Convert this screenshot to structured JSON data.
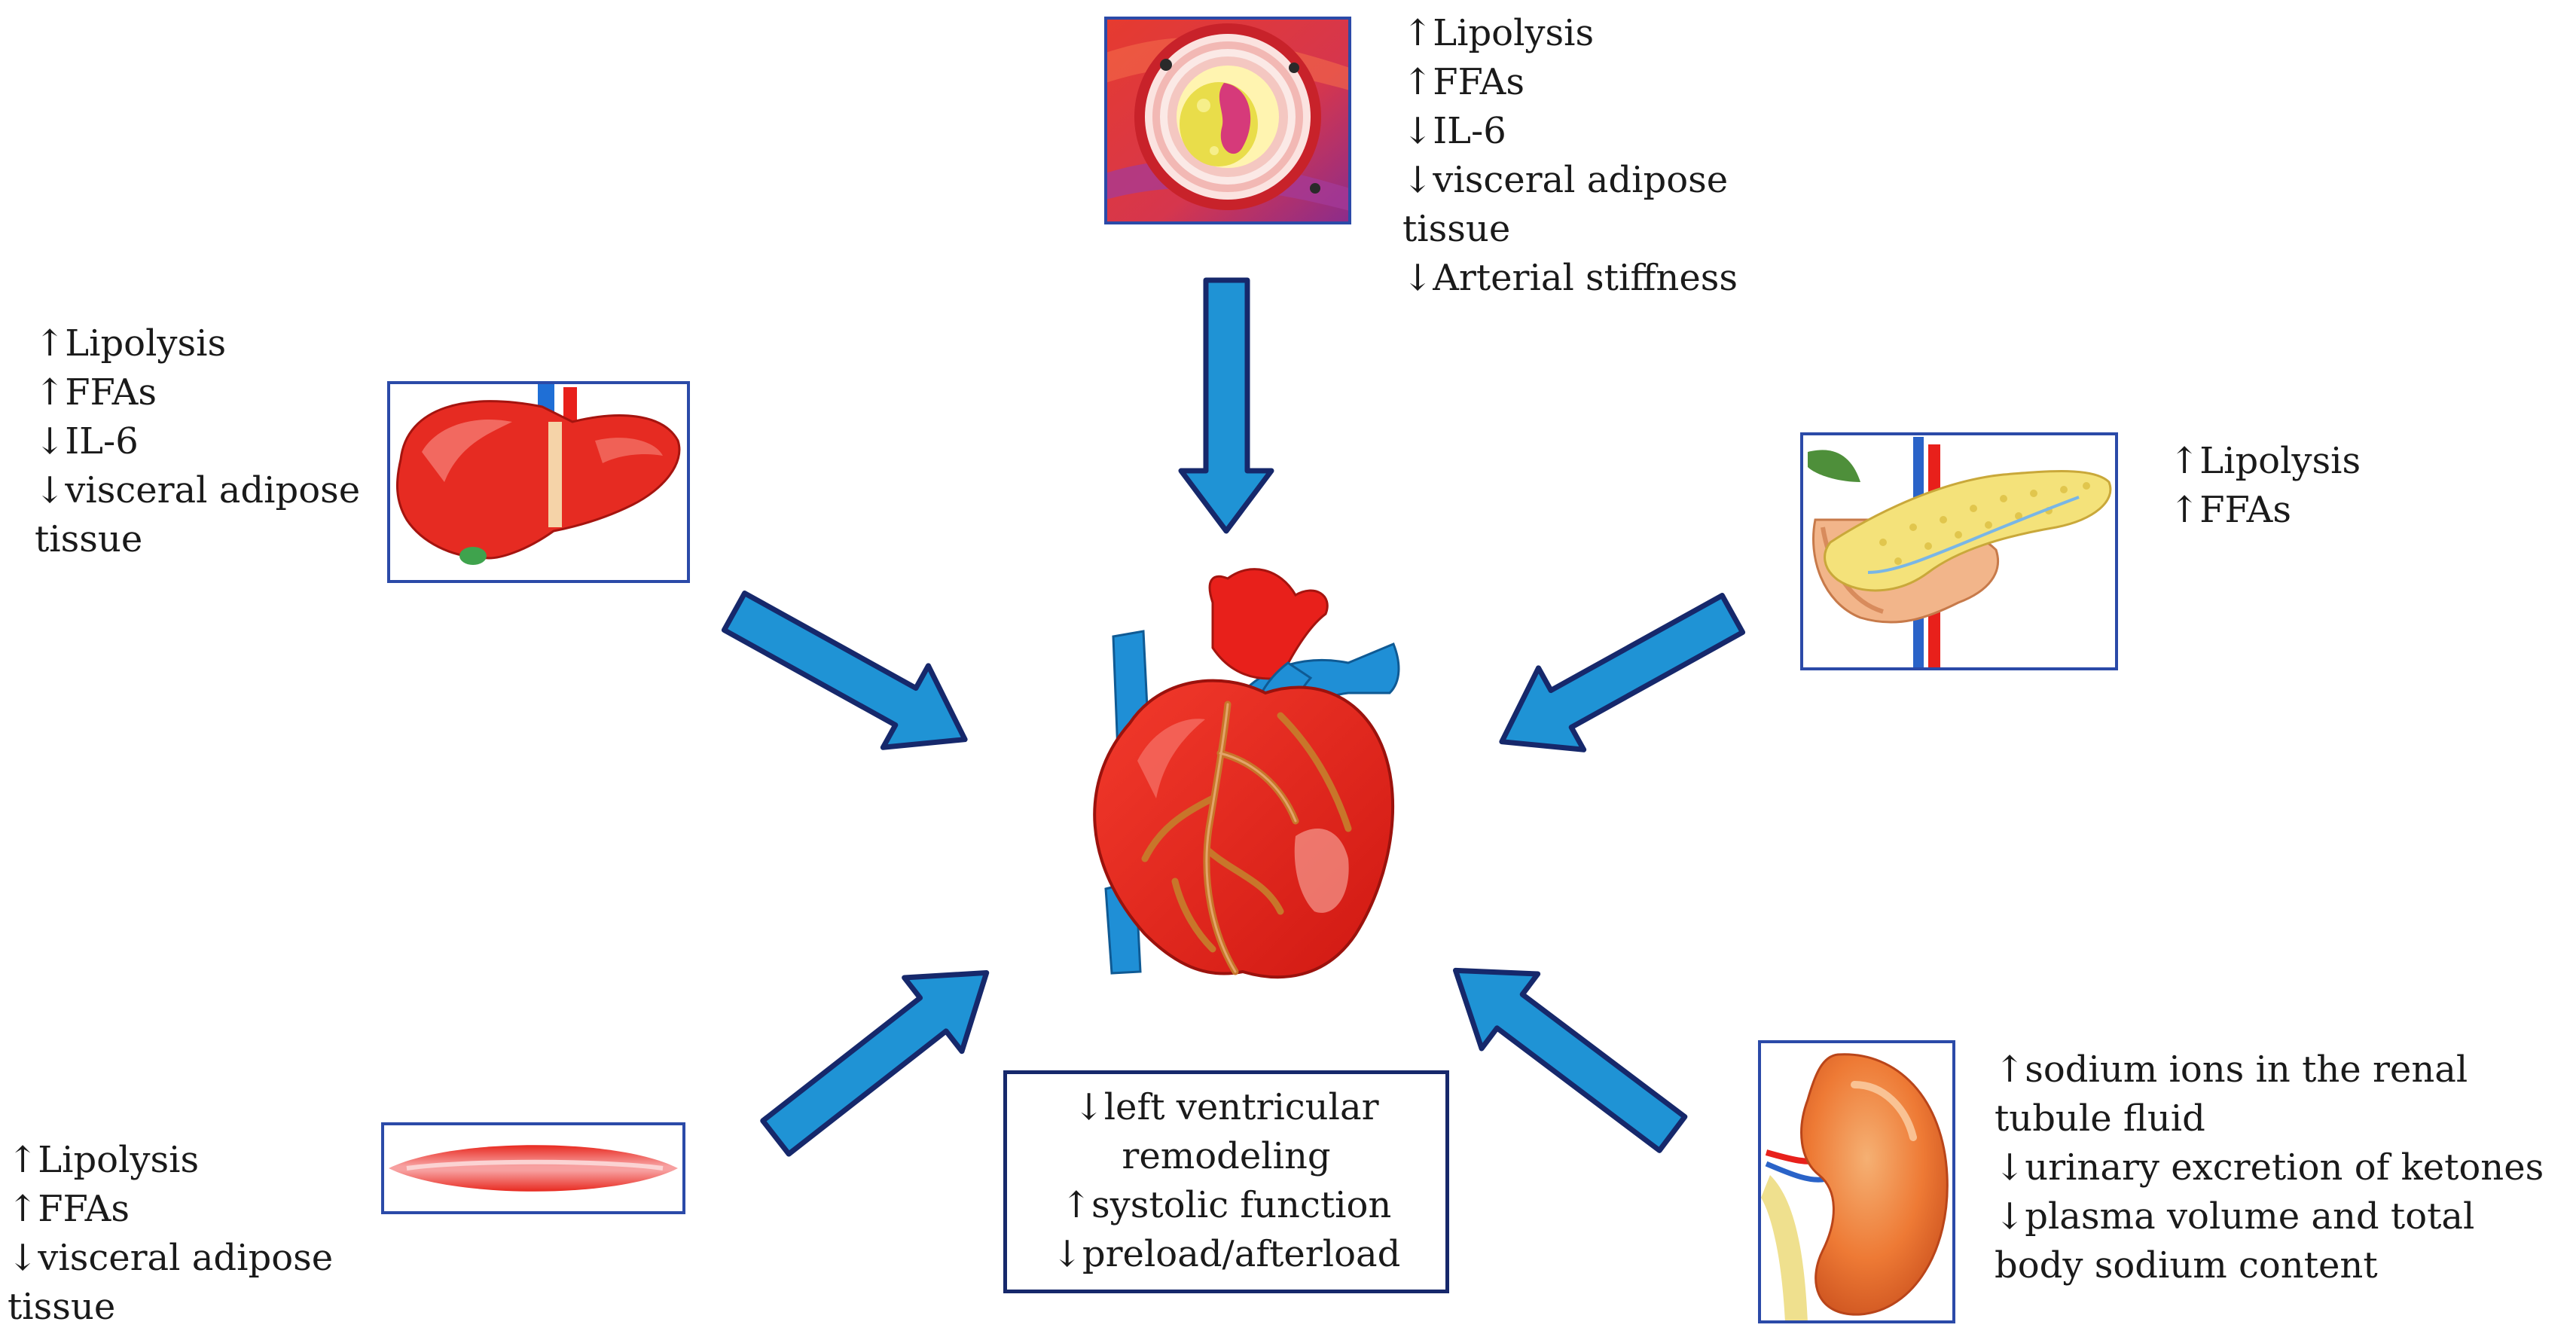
{
  "colors": {
    "arrow_fill": "#1f93d5",
    "arrow_stroke": "#16286b",
    "frame": "#2b4aa8",
    "heart_red": "#e8201b",
    "vessel_blue": "#1f8fd6",
    "coronary": "#c8762a"
  },
  "nodes": {
    "artery": {
      "image": "artery-cross-section-image",
      "lines": [
        "↑Lipolysis",
        "↑FFAs",
        "↓IL-6",
        "↓visceral adipose",
        "tissue",
        "↓Arterial stiffness"
      ]
    },
    "liver": {
      "image": "liver-image",
      "lines": [
        "↑Lipolysis",
        "↑FFAs",
        "↓IL-6",
        "↓visceral adipose",
        "tissue"
      ]
    },
    "pancreas": {
      "image": "pancreas-image",
      "lines": [
        "↑Lipolysis",
        "↑FFAs"
      ]
    },
    "muscle": {
      "image": "muscle-image",
      "lines": [
        "↑Lipolysis",
        "↑FFAs",
        "↓visceral adipose",
        "tissue"
      ]
    },
    "kidney": {
      "image": "kidney-image",
      "lines": [
        "↑sodium ions in the renal",
        "tubule fluid",
        "↓urinary excretion of ketones",
        "↓plasma volume and total",
        "body sodium content"
      ]
    }
  },
  "heart": {
    "image": "heart-image",
    "effects": [
      "↓left ventricular",
      "remodeling",
      "↑systolic function",
      "↓preload/afterload"
    ]
  }
}
